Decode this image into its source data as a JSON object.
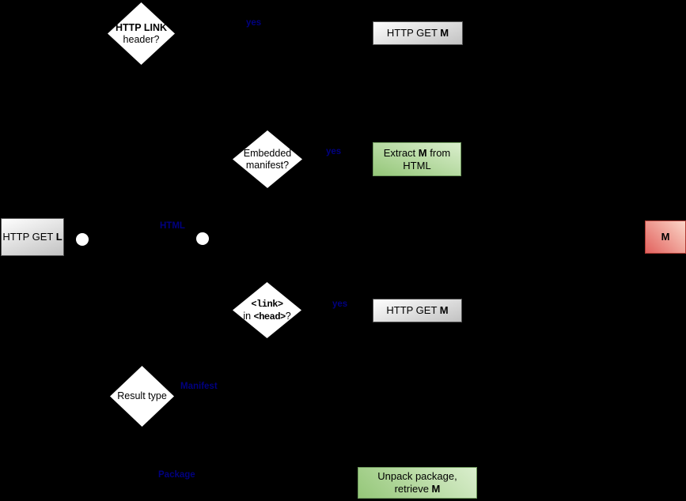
{
  "palette": {
    "background": "#000000",
    "diamond_fill": "#ffffff",
    "dot_fill": "#ffffff",
    "node_text_color": "#000000",
    "edge_label_color": "#000080",
    "gray_box_border": "#555555",
    "gray_box_top": "#fefefe",
    "gray_box_bottom": "#c2c2c2",
    "green_box_border": "#6f9a5d",
    "green_light": "#daeecd",
    "green_dark": "#95c779",
    "red_box_border": "#b23c35",
    "red_dark": "#e2625e",
    "red_light": "#fbd6c8"
  },
  "decisions": {
    "http_link_header": {
      "line1": "HTTP LINK",
      "line2": "header?"
    },
    "embedded_manifest": {
      "line1": "Embedded",
      "line2": "manifest?"
    },
    "link_in_head": {
      "line1_code": "<link>",
      "line2_pre": "in ",
      "line2_code": "<head>",
      "line2_post": "?"
    },
    "result_type": {
      "label": "Result type"
    }
  },
  "processes": {
    "http_get_l": {
      "text": "HTTP GET ",
      "emphasis": "L"
    },
    "http_get_m_top": {
      "text": "HTTP GET ",
      "emphasis": "M"
    },
    "http_get_m_mid": {
      "text": "HTTP GET ",
      "emphasis": "M"
    },
    "extract_m_from_html": {
      "line1_pre": "Extract ",
      "line1_em": "M",
      "line1_post": " from",
      "line2": "HTML"
    },
    "unpack_package": {
      "line1": "Unpack package,",
      "line2_pre": "retrieve ",
      "line2_em": "M"
    },
    "m_result": {
      "label": "M"
    }
  },
  "edge_labels": {
    "yes_http_link": "yes",
    "yes_embedded": "yes",
    "yes_link_head": "yes",
    "html": "HTML",
    "manifest": "Manifest",
    "package": "Package"
  }
}
